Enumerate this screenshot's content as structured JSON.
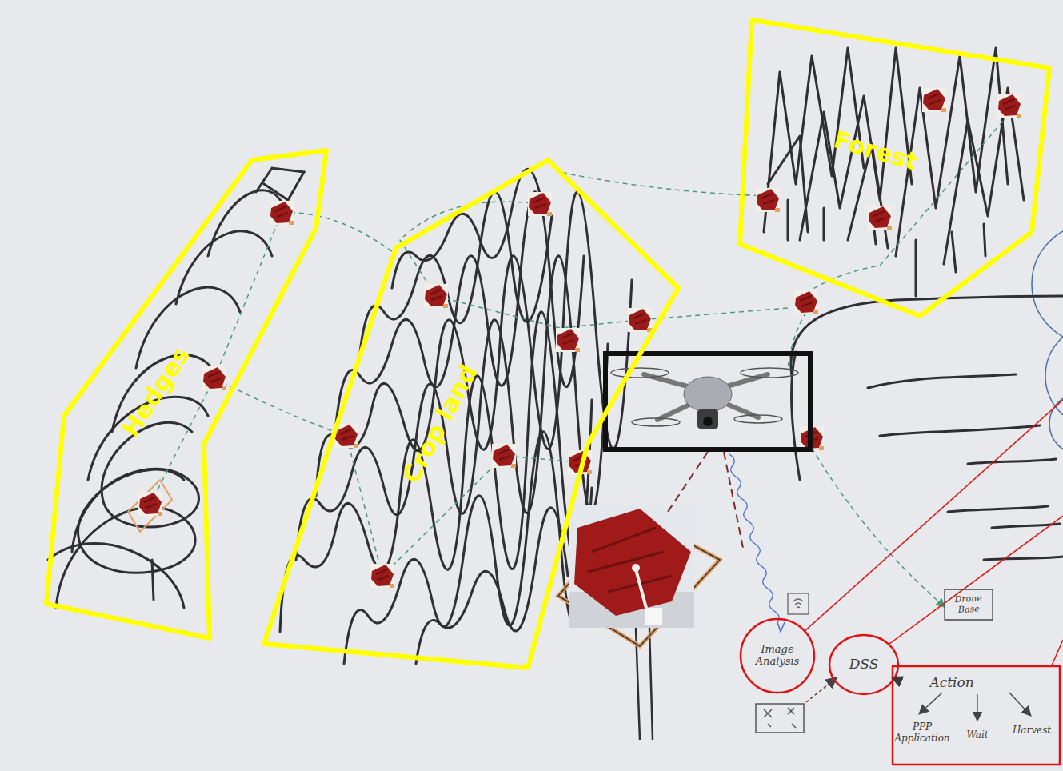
{
  "diagram": {
    "nodes": [
      {
        "text": [
          "Hedges"
        ]
      },
      {
        "text": [
          "Crop land"
        ]
      },
      {
        "text": [
          "Forest"
        ]
      },
      {
        "text": [
          "Image Analysis"
        ]
      },
      {
        "text": [
          "DSS"
        ]
      },
      {
        "text": [
          "Drone Base"
        ]
      },
      {
        "text": [
          "Action",
          "PPP Application",
          "Wait",
          "Harvest"
        ]
      }
    ],
    "edges": [
      {
        "from": 4,
        "to": 6,
        "arrow": "to"
      }
    ]
  }
}
